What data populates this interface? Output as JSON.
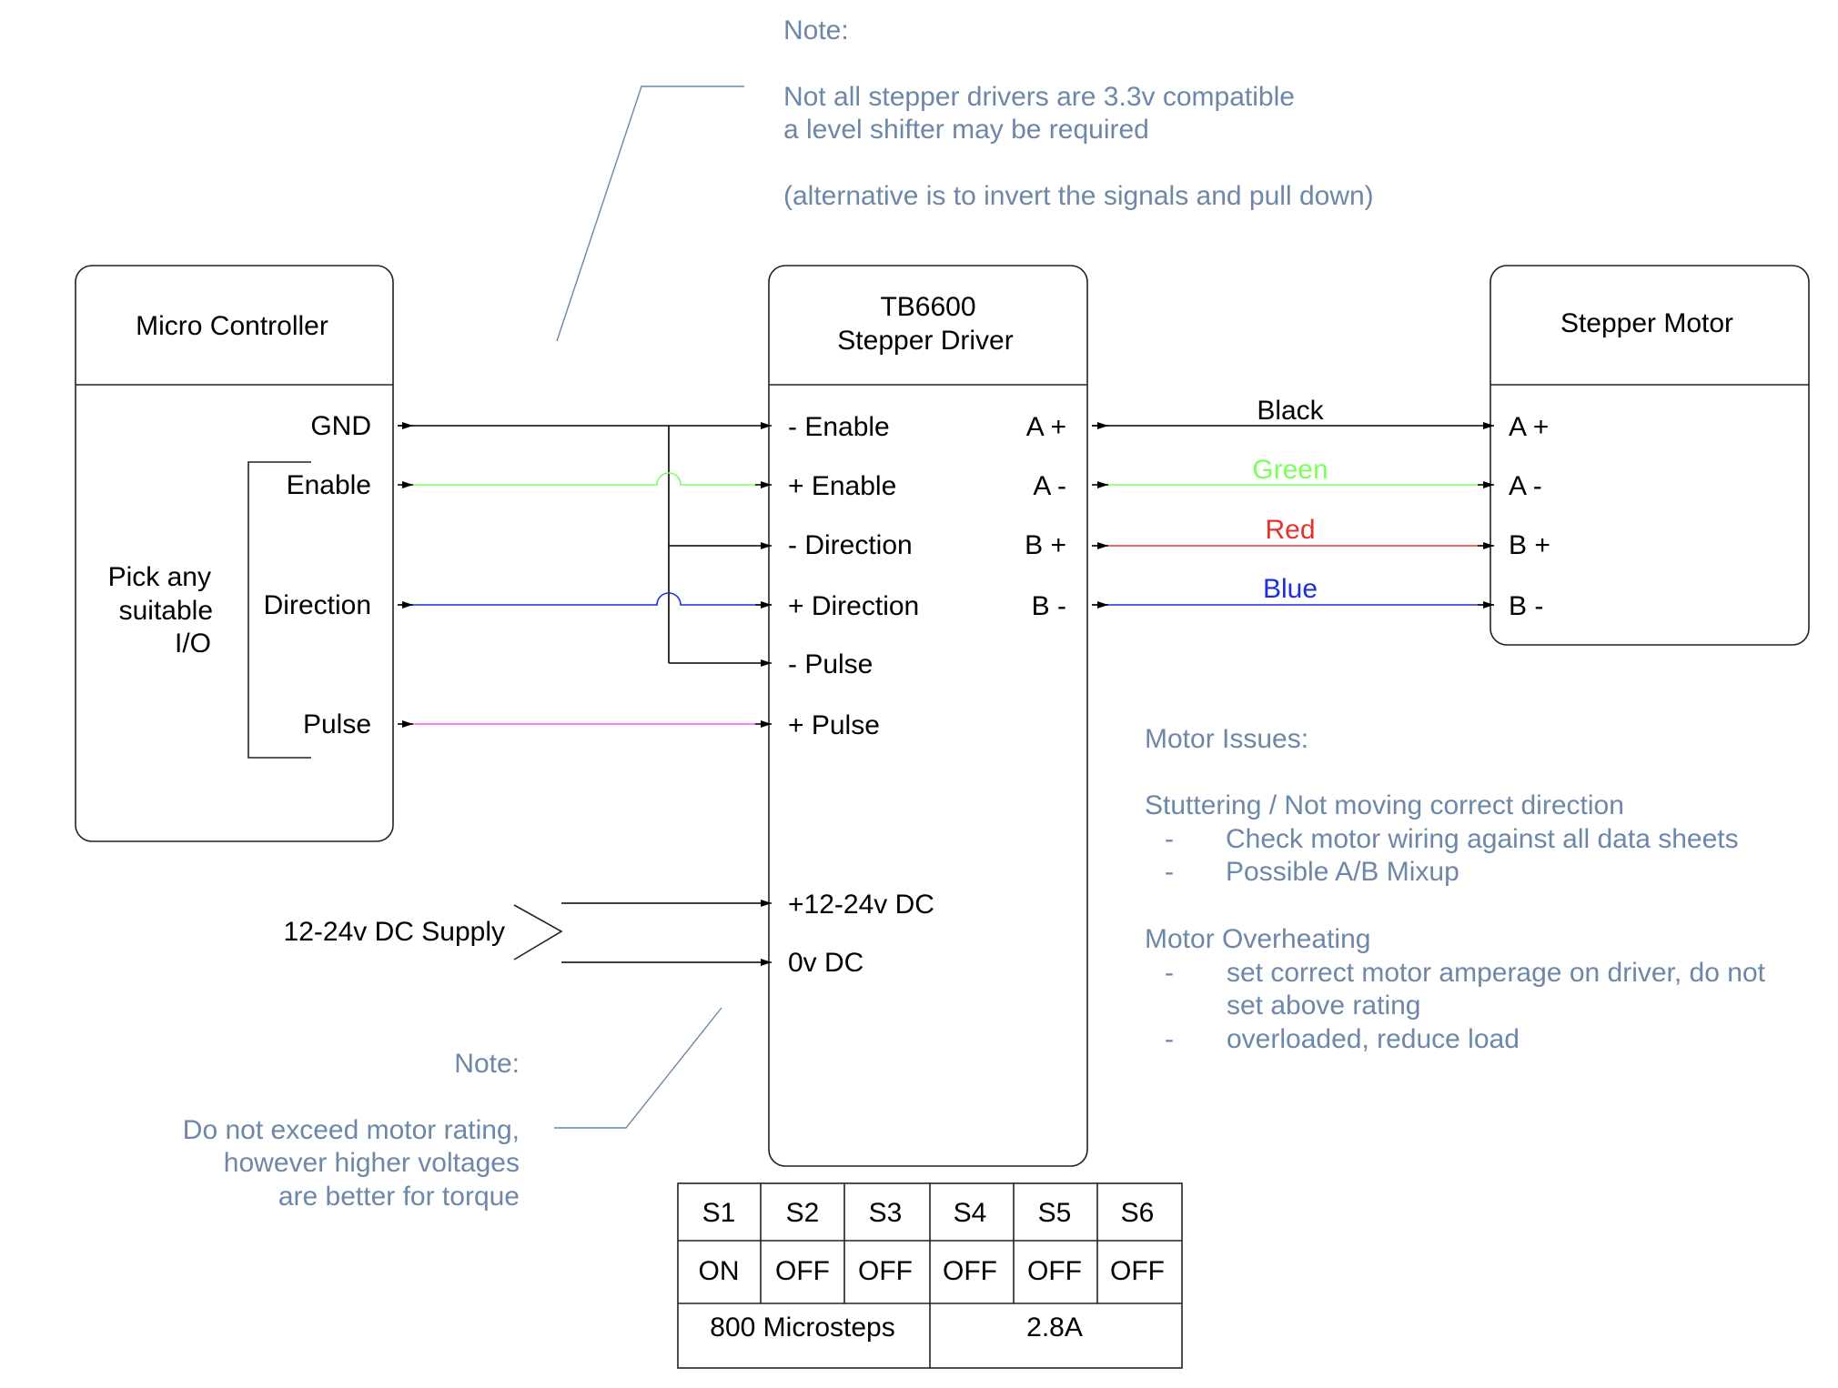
{
  "colors": {
    "black": "#000000",
    "green": "#7dff5a",
    "red": "#e8312a",
    "blue": "#1a2fe0",
    "magenta": "#ff55ff",
    "note": "#6d87a8"
  },
  "top_note": {
    "heading": "Note:",
    "lines": [
      "Not all stepper drivers are 3.3v compatible",
      "a level shifter may be required",
      "",
      "(alternative is to invert the signals and pull down)"
    ]
  },
  "micro_controller": {
    "title": "Micro Controller",
    "pins": [
      "GND",
      "Enable",
      "Direction",
      "Pulse"
    ],
    "io_note": [
      "Pick any",
      "suitable",
      "I/O"
    ]
  },
  "driver": {
    "title": [
      "TB6600",
      "Stepper Driver"
    ],
    "inputs": [
      "- Enable",
      "+ Enable",
      "- Direction",
      "+ Direction",
      "- Pulse",
      "+ Pulse"
    ],
    "outputs": [
      "A +",
      "A -",
      "B +",
      "B -"
    ],
    "power_inputs": [
      "+12-24v DC",
      "0v DC"
    ]
  },
  "motor": {
    "title": "Stepper Motor",
    "pins": [
      "A +",
      "A -",
      "B +",
      "B -"
    ]
  },
  "wires": {
    "labels": [
      "Black",
      "Green",
      "Red",
      "Blue"
    ]
  },
  "supply": {
    "label": "12-24v DC Supply"
  },
  "bottom_note": {
    "heading": "Note:",
    "lines": [
      "Do not exceed motor rating,",
      "however higher voltages",
      "are better for torque"
    ]
  },
  "motor_issues": {
    "heading": "Motor Issues:",
    "group1_title": "Stuttering / Not moving correct direction",
    "group1_items": [
      "Check motor wiring against all data sheets",
      "Possible A/B Mixup"
    ],
    "group2_title": "Motor Overheating",
    "group2_items": [
      "set correct motor amperage on driver, do not",
      "set above rating",
      "overloaded, reduce load"
    ],
    "bullet": "-"
  },
  "dip_table": {
    "headers": [
      "S1",
      "S2",
      "S3",
      "S4",
      "S5",
      "S6"
    ],
    "values": [
      "ON",
      "OFF",
      "OFF",
      "OFF",
      "OFF",
      "OFF"
    ],
    "microsteps": "800 Microsteps",
    "current": "2.8A"
  }
}
